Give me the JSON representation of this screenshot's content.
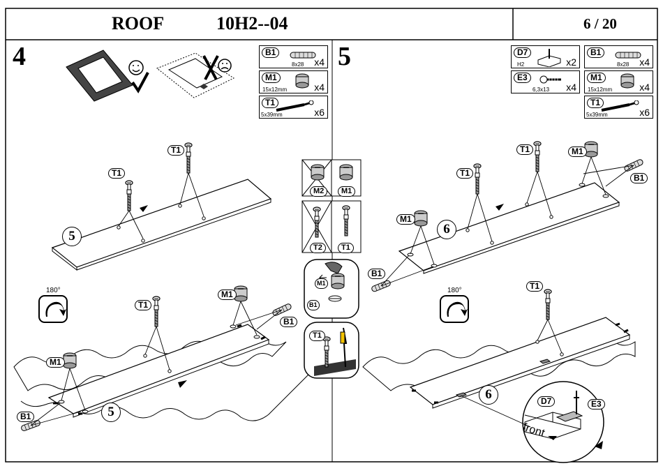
{
  "header": {
    "title": "ROOF",
    "model": "10H2--04",
    "page": "6 / 20"
  },
  "steps": [
    {
      "number": "4",
      "kit": [
        {
          "code": "B1",
          "size": "8x28",
          "qty": "x4",
          "icon": "dowel-icon"
        },
        {
          "code": "M1",
          "size": "15x12mm",
          "qty": "x4",
          "icon": "cam-lock-icon"
        },
        {
          "code": "T1",
          "size": "5x39mm",
          "qty": "x6",
          "icon": "cam-bolt-icon"
        }
      ],
      "callouts": {
        "t1": "T1",
        "m1": "M1",
        "b1": "B1",
        "board_no": "5",
        "rotate": "180°"
      }
    },
    {
      "number": "5",
      "kit": [
        {
          "code": "D7",
          "size": "H2",
          "qty": "x2",
          "icon": "bracket-icon"
        },
        {
          "code": "B1",
          "size": "8x28",
          "qty": "x4",
          "icon": "dowel-icon"
        },
        {
          "code": "E3",
          "size": "6,3x13",
          "qty": "x4",
          "icon": "screw-icon"
        },
        {
          "code": "M1",
          "size": "15x12mm",
          "qty": "x4",
          "icon": "cam-lock-icon"
        },
        {
          "code": "T1",
          "size": "5x39mm",
          "qty": "x6",
          "icon": "cam-bolt-icon"
        }
      ],
      "callouts": {
        "t1": "T1",
        "m1": "M1",
        "b1": "B1",
        "d7": "D7",
        "e3": "E3",
        "board_no": "6",
        "rotate": "180°",
        "front": "front"
      }
    }
  ],
  "center_guide": {
    "wrong_cam": "M2",
    "right_cam": "M1",
    "wrong_bolt": "T2",
    "right_bolt": "T1",
    "detail_cam": "M1",
    "detail_dowel": "B1",
    "detail_bolt": "T1"
  }
}
